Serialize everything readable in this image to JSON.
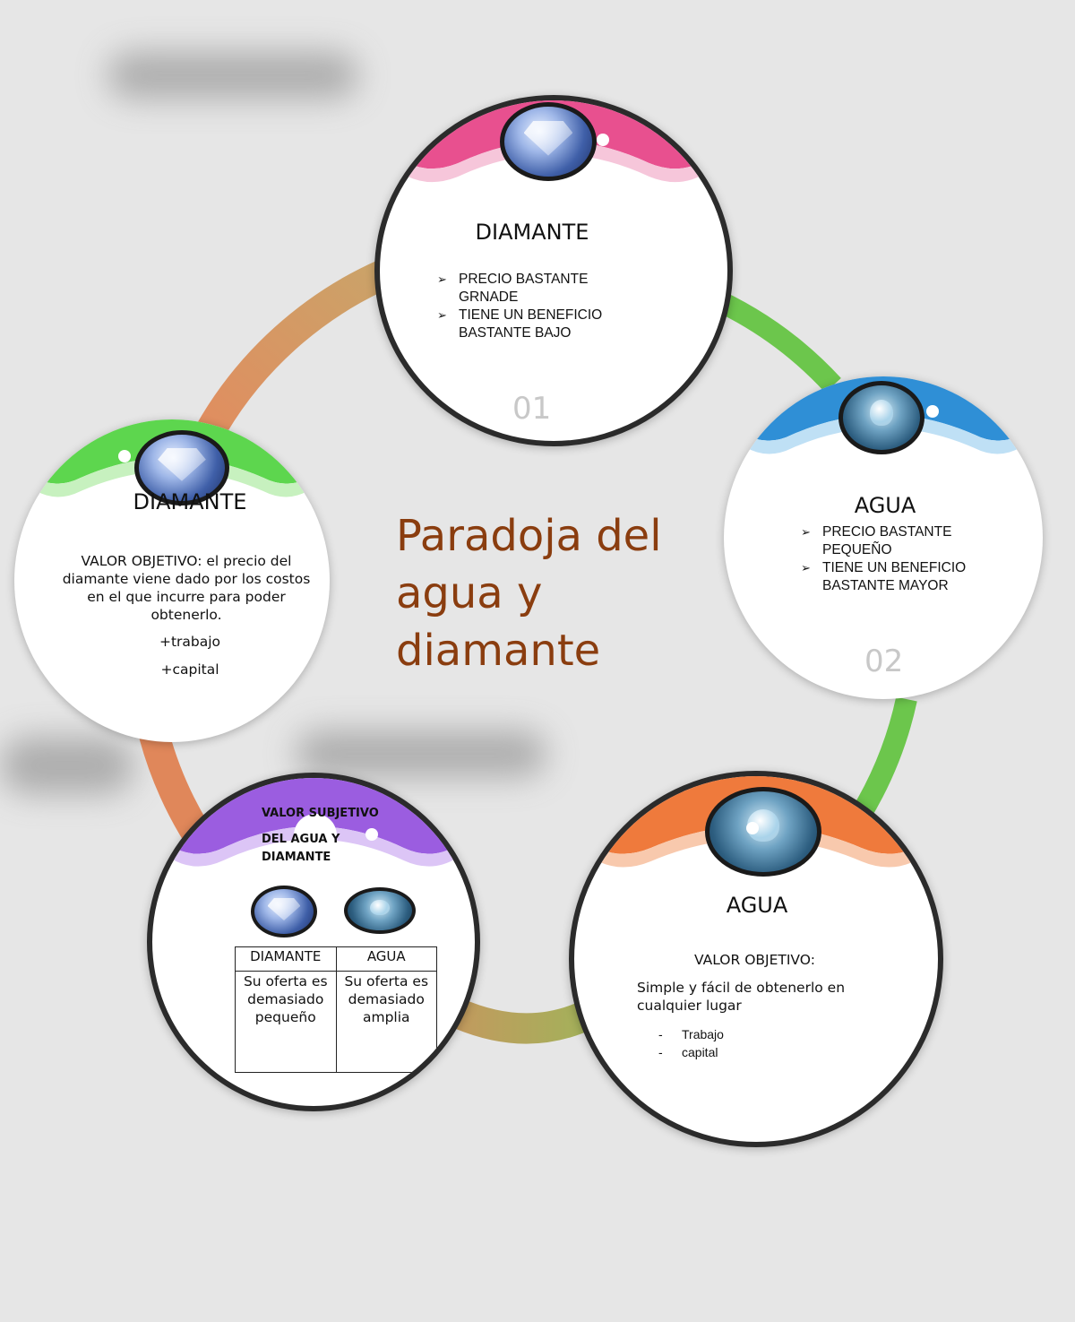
{
  "title": {
    "line1": "Paradoja del",
    "line2": "agua y",
    "line3": "diamante"
  },
  "node1": {
    "title": "DIAMANTE",
    "bullets": [
      "PRECIO BASTANTE GRNADE",
      "TIENE UN BENEFICIO BASTANTE BAJO"
    ],
    "number": "01",
    "header_color": "#e8508f",
    "icon": "diamond-image"
  },
  "node2": {
    "title": "AGUA",
    "bullets": [
      "PRECIO BASTANTE PEQUEÑO",
      "TIENE UN BENEFICIO BASTANTE MAYOR"
    ],
    "number": "02",
    "header_color": "#2f8fd6",
    "icon": "water-heart-image"
  },
  "node3": {
    "title": "AGUA",
    "subtitle": "VALOR OBJETIVO:",
    "text": "Simple y fácil de obtenerlo en cualquier lugar",
    "list": [
      "Trabajo",
      "capital"
    ],
    "header_color": "#ef7a3c",
    "icon": "water-heart-image"
  },
  "node4": {
    "header_line1": "VALOR SUBJETIVO",
    "header_line2": "DEL AGUA  Y",
    "header_line3": "DIAMANTE",
    "header_color": "#9b5de0",
    "table": {
      "headers": [
        "DIAMANTE",
        "AGUA"
      ],
      "row": [
        "Su oferta es demasiado pequeño",
        "Su oferta es demasiado amplia"
      ]
    }
  },
  "node5": {
    "title": "DIAMANTE",
    "text": "VALOR OBJETIVO: el precio del diamante viene dado por los costos en el que incurre para poder obtenerlo.",
    "extra1": "+trabajo",
    "extra2": "+capital",
    "header_color": "#5dd64e",
    "icon": "diamond-image"
  },
  "colors": {
    "title": "#8a3d0f",
    "ring_green": "#6cc64c",
    "ring_orange": "#e0875a",
    "ring_olive": "#a9ad5a"
  }
}
